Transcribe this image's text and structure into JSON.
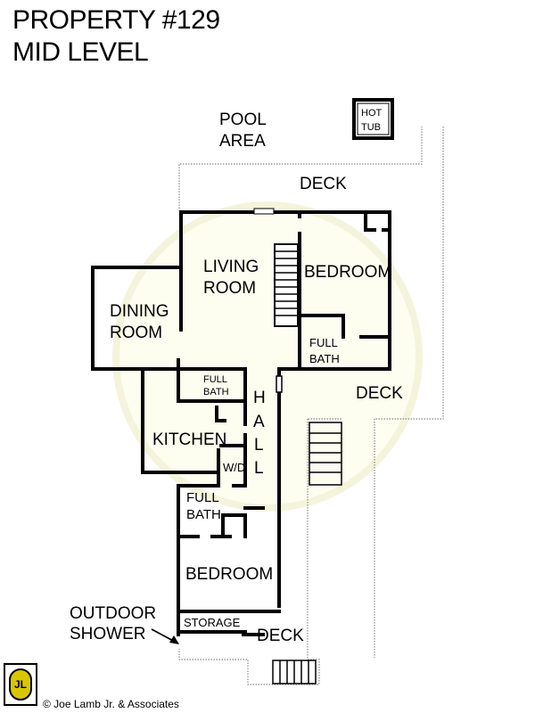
{
  "header": {
    "title": "PROPERTY #129",
    "subtitle": "MID LEVEL"
  },
  "labels": {
    "pool_area_1": "POOL",
    "pool_area_2": "AREA",
    "hot_tub_1": "HOT",
    "hot_tub_2": "TUB",
    "deck_top": "DECK",
    "living_1": "LIVING",
    "living_2": "ROOM",
    "bedroom_upper": "BEDROOM",
    "dining_1": "DINING",
    "dining_2": "ROOM",
    "full_bath_upper_1": "FULL",
    "full_bath_upper_2": "BATH",
    "full_bath_mid_1": "FULL",
    "full_bath_mid_2": "BATH",
    "deck_right": "DECK",
    "hall_h": "H",
    "hall_a": "A",
    "hall_l1": "L",
    "hall_l2": "L",
    "kitchen": "KITCHEN",
    "wd": "W/D",
    "full_bath_lower_1": "FULL",
    "full_bath_lower_2": "BATH",
    "bedroom_lower": "BEDROOM",
    "storage": "STORAGE",
    "deck_bottom": "DECK",
    "outdoor_shower_1": "OUTDOOR",
    "outdoor_shower_2": "SHOWER"
  },
  "footer": {
    "copyright": "© Joe Lamb Jr. & Associates",
    "logo_text": "JL"
  }
}
